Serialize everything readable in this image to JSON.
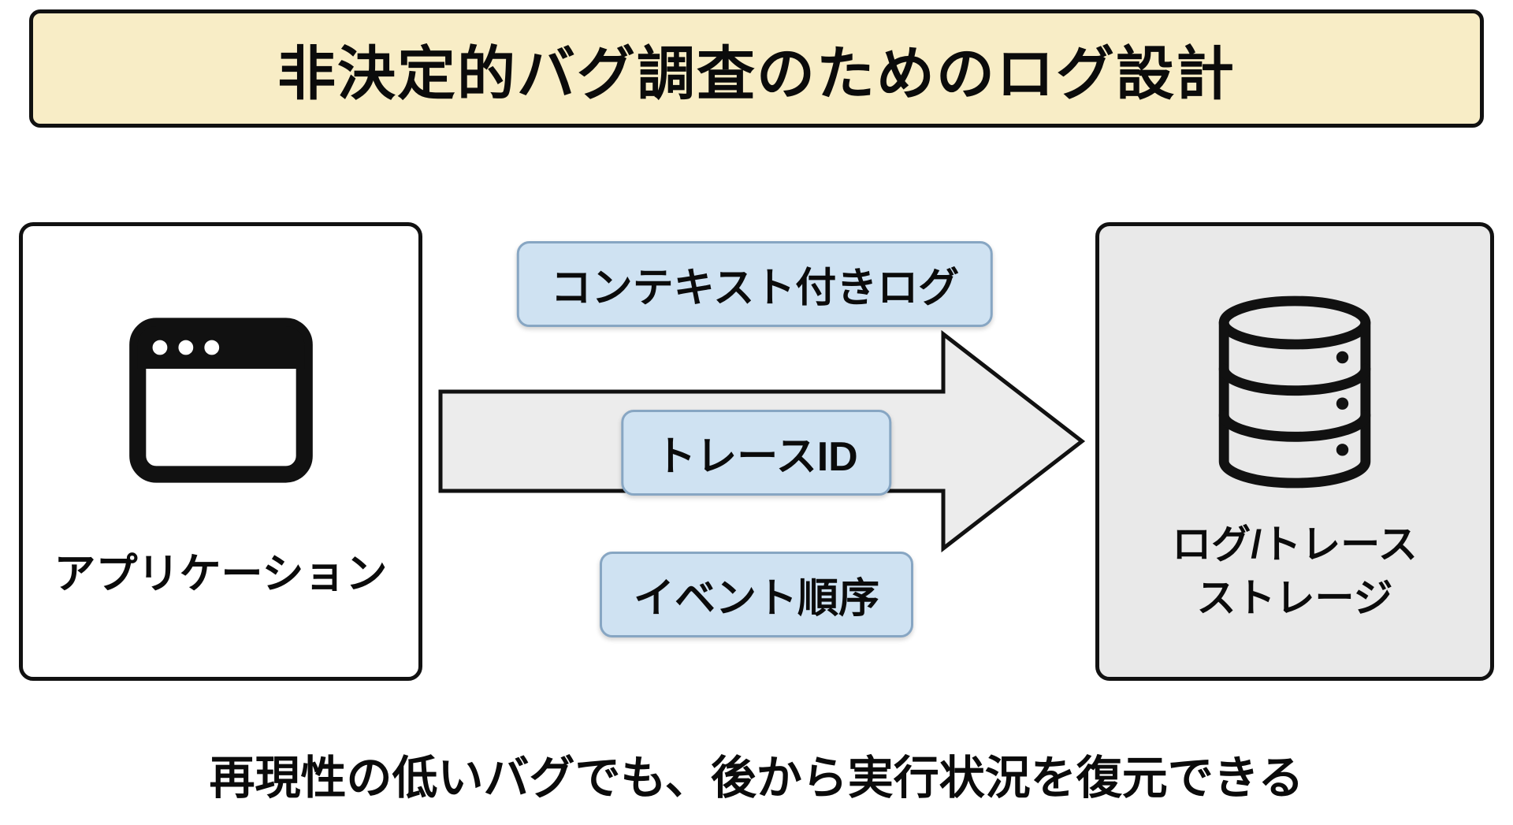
{
  "title": "非決定的バグ調査のためのログ設計",
  "app_node": {
    "label": "アプリケーション",
    "icon": "browser-window-icon"
  },
  "storage_node": {
    "label_line1": "ログ/トレース",
    "label_line2": "ストレージ",
    "icon": "database-icon"
  },
  "arrow_labels": [
    {
      "label": "コンテキスト付きログ"
    },
    {
      "label": "トレースID"
    },
    {
      "label": "イベント順序"
    }
  ],
  "footer": "再現性の低いバグでも、後から実行状況を復元できる",
  "colors": {
    "banner_bg": "#f8edc6",
    "chip_bg": "#cfe2f2",
    "chip_border": "#87a6c3",
    "storage_bg": "#e9e9e9",
    "arrow_fill": "#ececec",
    "outline": "#111111"
  }
}
